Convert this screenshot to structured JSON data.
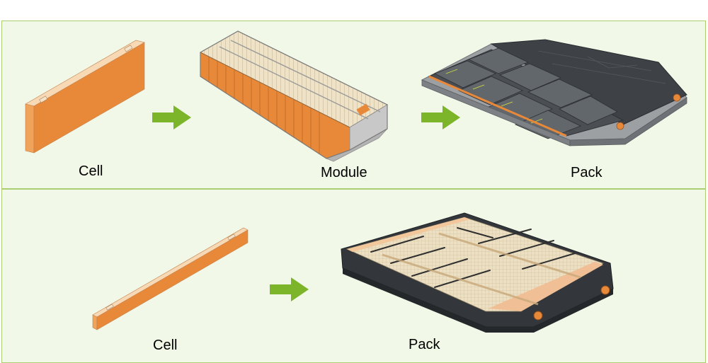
{
  "top_row": {
    "cell_label": "Cell",
    "module_label": "Module",
    "pack_label": "Pack"
  },
  "bottom_row": {
    "cell_label": "Cell",
    "pack_label": "Pack"
  },
  "colors": {
    "panel_bg": "#f2f8e7",
    "panel_border": "#a9cf72",
    "arrow": "#7cb52a",
    "cell_orange": "#e8893a",
    "pack_dark": "#3e4246",
    "cell_tan": "#e9dcbf"
  }
}
